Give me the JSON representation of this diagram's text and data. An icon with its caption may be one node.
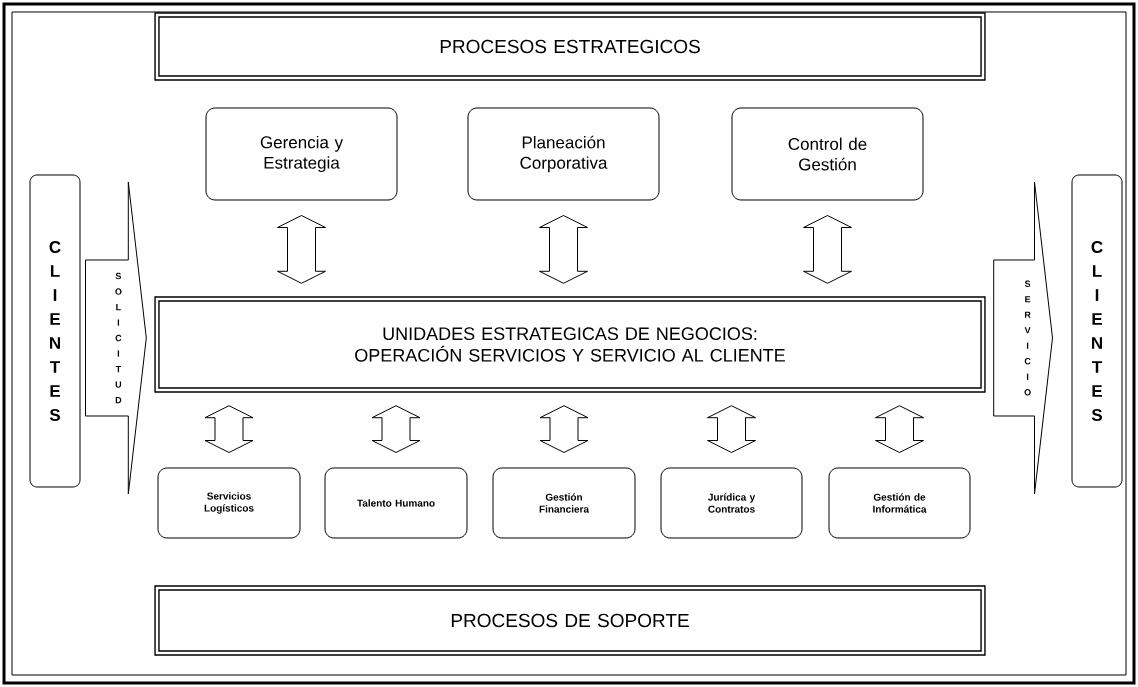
{
  "diagram": {
    "nodes": [
      {
        "text": [
          "PROCESOS ESTRATEGICOS"
        ]
      },
      {
        "text": [
          "Gerencia y Estrategia"
        ]
      },
      {
        "text": [
          "Planeación Corporativa"
        ]
      },
      {
        "text": [
          "Control de Gestión"
        ]
      },
      {
        "text": [
          "CLIENTES"
        ]
      },
      {
        "text": [
          "UNIDADES ESTRATEGICAS DE NEGOCIOS: OPERACIÓN SERVICIOS Y SERVICIO AL CLIENTE"
        ]
      },
      {
        "text": [
          "CLIENTES"
        ]
      },
      {
        "text": [
          "Servicios Logísticos"
        ]
      },
      {
        "text": [
          "Talento Humano"
        ]
      },
      {
        "text": [
          "Gestión Financiera"
        ]
      },
      {
        "text": [
          "Jurídica y Contratos"
        ]
      },
      {
        "text": [
          "Gestión de Informática"
        ]
      },
      {
        "text": [
          "PROCESOS DE SOPORTE"
        ]
      }
    ],
    "edges": [
      {
        "from": 4,
        "to": 5,
        "arrow": "to",
        "label": "SOLICITUD"
      },
      {
        "from": 5,
        "to": 6,
        "arrow": "to",
        "label": "SERVICIO"
      },
      {
        "from": 1,
        "to": 5,
        "arrow": "both"
      },
      {
        "from": 2,
        "to": 5,
        "arrow": "both"
      },
      {
        "from": 3,
        "to": 5,
        "arrow": "both"
      },
      {
        "from": 5,
        "to": 7,
        "arrow": "both"
      },
      {
        "from": 5,
        "to": 8,
        "arrow": "both"
      },
      {
        "from": 5,
        "to": 9,
        "arrow": "both"
      },
      {
        "from": 5,
        "to": 10,
        "arrow": "both"
      },
      {
        "from": 5,
        "to": 11,
        "arrow": "both"
      }
    ]
  }
}
